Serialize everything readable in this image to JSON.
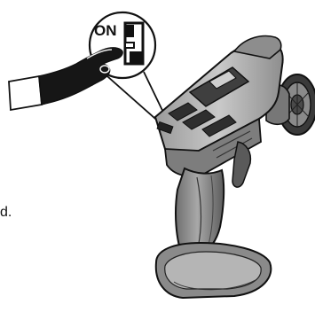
{
  "callout": {
    "switch_label": "ON",
    "switch_state": "on",
    "icon": "power-switch-icon"
  },
  "caption": {
    "fragment": "d."
  },
  "illustration": {
    "subject": "transmitter-icon",
    "hand": "hand-pointing-icon",
    "steering_wheel": "steering-wheel-icon"
  }
}
